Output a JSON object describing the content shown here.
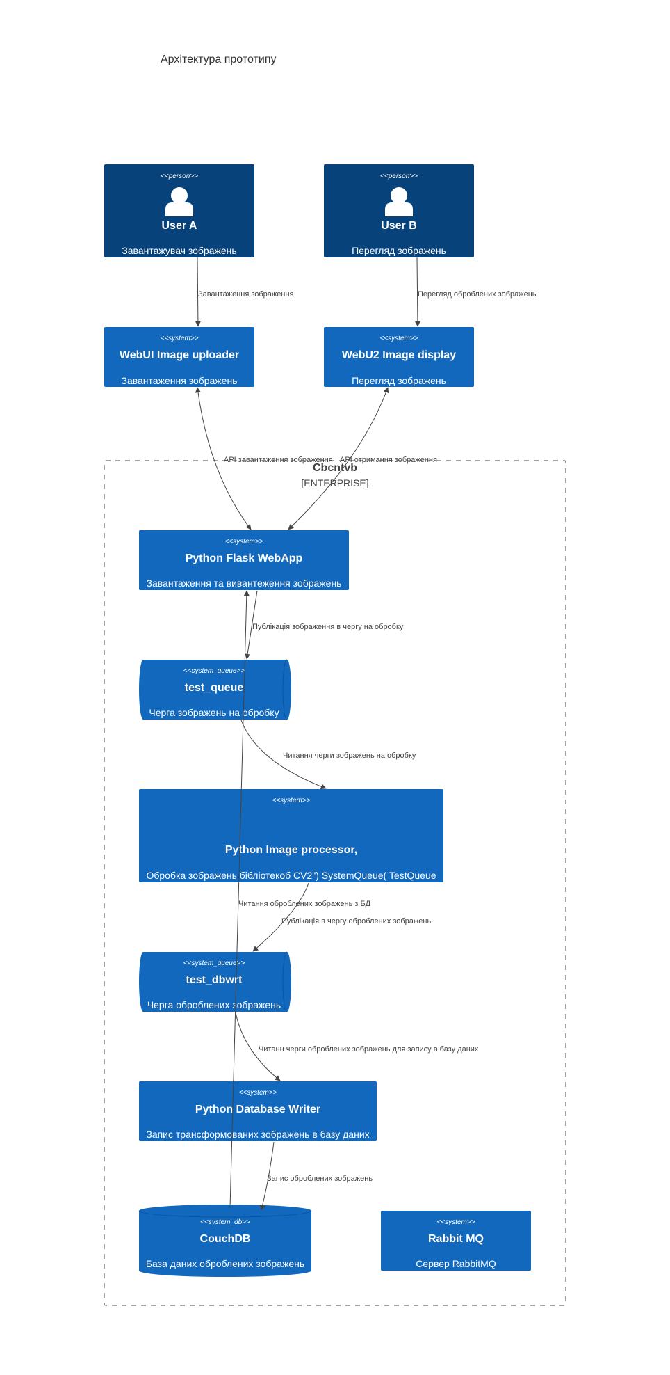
{
  "title": "Архітектура прототипу",
  "colors": {
    "person": "#08427b",
    "system": "#1168bd",
    "edge": "#444444",
    "boundary": "#444444"
  },
  "boundary": {
    "name": "Cbcntvb",
    "type": "[ENTERPRISE]"
  },
  "people": {
    "user_a": {
      "stereotype": "<<person>>",
      "name": "User A",
      "description": "Завантажувач зображень",
      "icon": "person-icon"
    },
    "user_b": {
      "stereotype": "<<person>>",
      "name": "User B",
      "description": "Перегляд зображень",
      "icon": "person-icon"
    }
  },
  "systems": {
    "webui": {
      "stereotype": "<<system>>",
      "name": "WebUI Image uploader",
      "description": "Завантаження зображень"
    },
    "webu2": {
      "stereotype": "<<system>>",
      "name": "WebU2 Image display",
      "description": "Перегляд зображень"
    },
    "flask": {
      "stereotype": "<<system>>",
      "name": "Python Flask WebApp",
      "description": "Завантаження та вивантеження зображень"
    },
    "test_queue": {
      "stereotype": "<<system_queue>>",
      "name": "test_queue",
      "description": "Черга зображень на обробку"
    },
    "processor": {
      "stereotype": "<<system>>",
      "name": "Python Image processor,",
      "description": "Обробка зображень бібліотекоб CV2\") SystemQueue( TestQueue"
    },
    "test_dbwrt": {
      "stereotype": "<<system_queue>>",
      "name": "test_dbwrt",
      "description": "Черга оброблених зображень"
    },
    "db_writer": {
      "stereotype": "<<system>>",
      "name": "Python Database Writer",
      "description": "Запис трансформованих зображень в базу даних"
    },
    "couchdb": {
      "stereotype": "<<system_db>>",
      "name": "CouchDB",
      "description": "База даних оброблених зображень"
    },
    "rabbit": {
      "stereotype": "<<system>>",
      "name": "Rabbit MQ",
      "description": "Сервер RabbitMQ"
    }
  },
  "relations": {
    "upload": "Завантаження зображення",
    "view_processed": "Перегляд оброблених зображень",
    "api_upload": "API завантаження зображення",
    "api_get": "API отримання зображення",
    "publish_to_queue": "Публікація зображення в чергу на обробку",
    "read_queue": "Читання черги зображень на обробку",
    "read_processed_db": "Читання оброблених зображень з БД",
    "publish_processed": "Публікація в чергу оброблених зображень",
    "read_processed_queue": "Читанн черги оброблених зображень для запису в базу даних",
    "write_processed": "Запис оброблених зображень"
  }
}
